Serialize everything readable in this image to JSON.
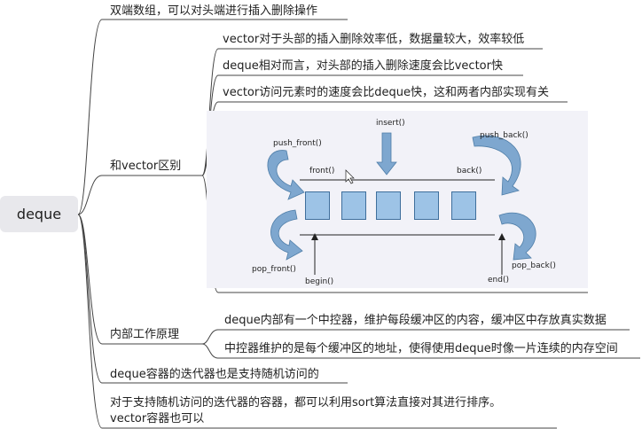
{
  "root": "deque",
  "branches": {
    "b1": "双端数组，可以对头端进行插入删除操作",
    "b2": "和vector区别",
    "b2_items": [
      "vector对于头部的插入删除效率低，数据量较大，效率较低",
      "deque相对而言，对头部的插入删除速度会比vector快",
      "vector访问元素时的速度会比deque快，这和两者内部实现有关"
    ],
    "b3": "内部工作原理",
    "b3_items": [
      "deque内部有一个中控器，维护每段缓冲区的内容，缓冲区中存放真实数据",
      "中控器维护的是每个缓冲区的地址，使得使用deque时像一片连续的内存空间"
    ],
    "b4": "deque容器的迭代器也是支持随机访问的",
    "b5_line1": "对于支持随机访问的迭代器的容器，都可以利用sort算法直接对其进行排序。",
    "b5_line2": "vector容器也可以"
  },
  "figure": {
    "push_front": "push_front()",
    "insert": "insert()",
    "push_back": "push_back()",
    "front": "front()",
    "back": "back()",
    "pop_front": "pop_front()",
    "pop_back": "pop_back()",
    "begin": "begin()",
    "end": "end()",
    "colors": {
      "cell": "#9dc3e6",
      "arrow": "#7ea7cf",
      "bg": "#f2f2f8"
    }
  },
  "colors": {
    "line": "#444444",
    "root_bg": "#e8e8ec"
  }
}
